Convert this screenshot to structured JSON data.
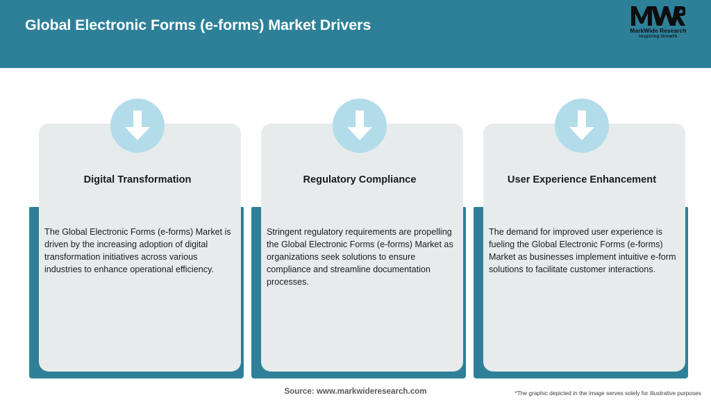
{
  "header": {
    "title": "Global Electronic Forms (e-forms) Market Drivers",
    "background_color": "#2E8099",
    "title_color": "#FFFFFF",
    "logo": {
      "mark_text": "MWR",
      "name": "MarkWide Research",
      "tagline": "Inspiring Growth"
    }
  },
  "cards": [
    {
      "icon": "down-arrow-icon",
      "heading": "Digital Transformation",
      "body": "The Global Electronic Forms (e-forms) Market is driven by the increasing adoption of digital transformation initiatives across various industries to enhance operational efficiency."
    },
    {
      "icon": "down-arrow-icon",
      "heading": "Regulatory Compliance",
      "body": "Stringent regulatory requirements are propelling the Global Electronic Forms (e-forms) Market as organizations seek solutions to ensure compliance and streamline documentation processes."
    },
    {
      "icon": "down-arrow-icon",
      "heading": "User Experience Enhancement",
      "body": "The demand for improved user experience is fueling the Global Electronic Forms (e-forms) Market as businesses implement intuitive e-form solutions to facilitate customer interactions."
    }
  ],
  "footer": {
    "source": "Source: www.markwideresearch.com",
    "disclaimer": "*The graphic depicted in the image serves solely for illustrative purposes"
  },
  "theme": {
    "accent": "#2E8099",
    "circle": "#B2DCE9",
    "card_bg": "#E7EBEC",
    "page_bg": "#FFFFFF"
  }
}
